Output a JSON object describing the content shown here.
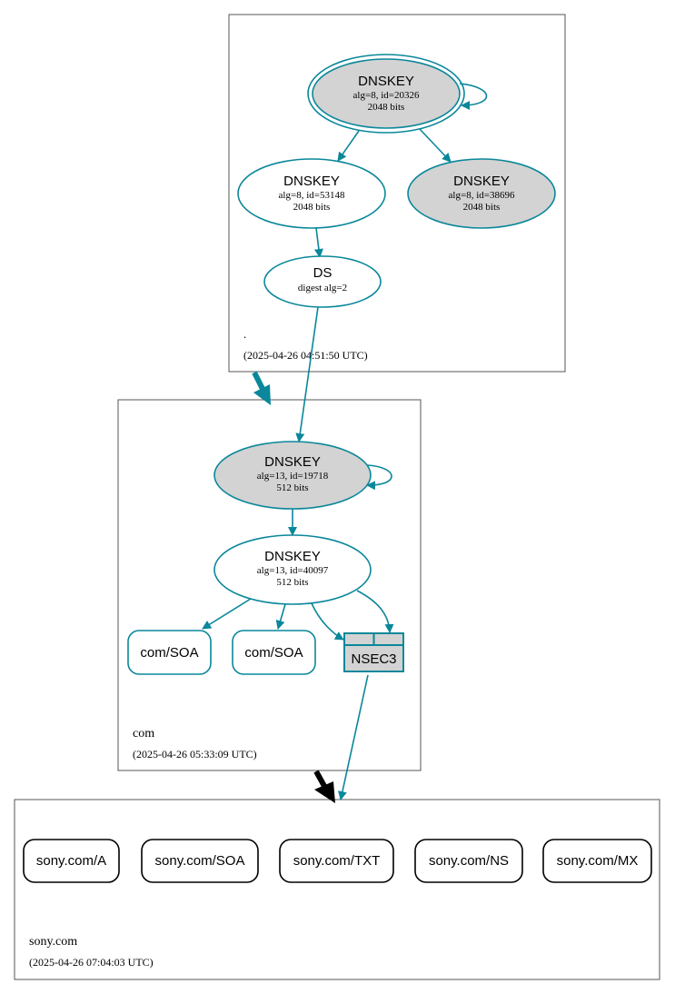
{
  "colors": {
    "edge": "#0a879a",
    "fill_gray": "#d3d3d3",
    "fill_white": "#ffffff",
    "border": "#000000",
    "zone_border": "#555555"
  },
  "zones": {
    "root": {
      "name": ".",
      "timestamp": "(2025-04-26 04:51:50 UTC)"
    },
    "com": {
      "name": "com",
      "timestamp": "(2025-04-26 05:33:09 UTC)"
    },
    "sony": {
      "name": "sony.com",
      "timestamp": "(2025-04-26 07:04:03 UTC)"
    }
  },
  "nodes": {
    "root_ksk": {
      "title": "DNSKEY",
      "line1": "alg=8, id=20326",
      "line2": "2048 bits"
    },
    "root_zsk": {
      "title": "DNSKEY",
      "line1": "alg=8, id=53148",
      "line2": "2048 bits"
    },
    "root_key3": {
      "title": "DNSKEY",
      "line1": "alg=8, id=38696",
      "line2": "2048 bits"
    },
    "root_ds": {
      "title": "DS",
      "line1": "digest alg=2"
    },
    "com_ksk": {
      "title": "DNSKEY",
      "line1": "alg=13, id=19718",
      "line2": "512 bits"
    },
    "com_zsk": {
      "title": "DNSKEY",
      "line1": "alg=13, id=40097",
      "line2": "512 bits"
    },
    "com_soa_1": {
      "label": "com/SOA"
    },
    "com_soa_2": {
      "label": "com/SOA"
    },
    "nsec3": {
      "label": "NSEC3"
    }
  },
  "records": [
    {
      "label": "sony.com/A"
    },
    {
      "label": "sony.com/SOA"
    },
    {
      "label": "sony.com/TXT"
    },
    {
      "label": "sony.com/NS"
    },
    {
      "label": "sony.com/MX"
    }
  ]
}
